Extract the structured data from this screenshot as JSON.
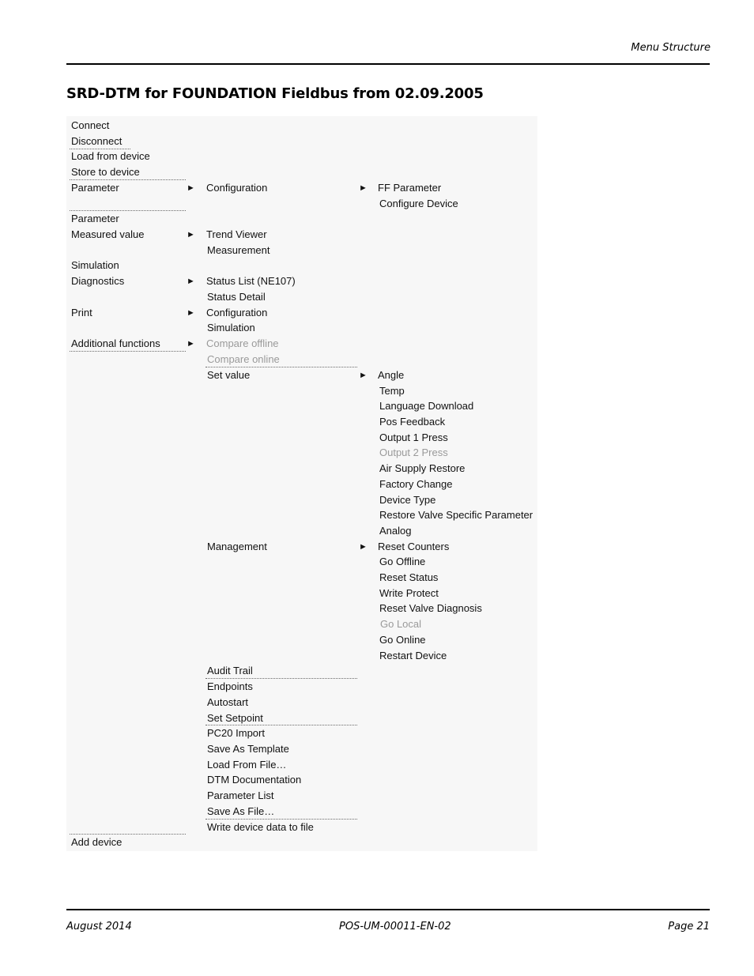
{
  "header": {
    "section": "Menu Structure"
  },
  "title": "SRD-DTM for FOUNDATION Fieldbus from 02.09.2005",
  "arrow_glyph": "►",
  "menu": {
    "col1": [
      "Connect",
      "Disconnect",
      "Load from device",
      "Store to device",
      "Parameter",
      "Parameter",
      "Measured value",
      "Simulation",
      "Diagnostics",
      "Print",
      "Additional functions",
      "Add device"
    ],
    "col2": [
      "Configuration",
      "Trend Viewer",
      "Measurement",
      "Status List (NE107)",
      "Status Detail",
      "Configuration",
      "Simulation",
      "Compare offline",
      "Compare online",
      "Set value",
      "Management",
      "Audit  Trail",
      "Endpoints",
      "Autostart",
      "Set Setpoint",
      "PC20 Import",
      "Save As Template",
      "Load From File…",
      "DTM Documentation",
      "Parameter List",
      "Save As File…",
      "Write device data to file"
    ],
    "col3": [
      "FF Parameter",
      "Configure Device",
      "Angle",
      "Temp",
      "Language Download",
      "Pos Feedback",
      "Output 1 Press",
      "Output 2 Press",
      "Air Supply Restore",
      "Factory Change",
      "Device Type",
      "Restore Valve Specific Parameter",
      "Analog",
      "Reset Counters",
      "Go Offline",
      "Reset Status",
      "Write Protect",
      "Reset Valve Diagnosis",
      "Go Local",
      "Go Online",
      "Restart Device"
    ]
  },
  "footer": {
    "date": "August 2014",
    "doc_id": "POS-UM-00011-EN-02",
    "page": "Page 21"
  }
}
